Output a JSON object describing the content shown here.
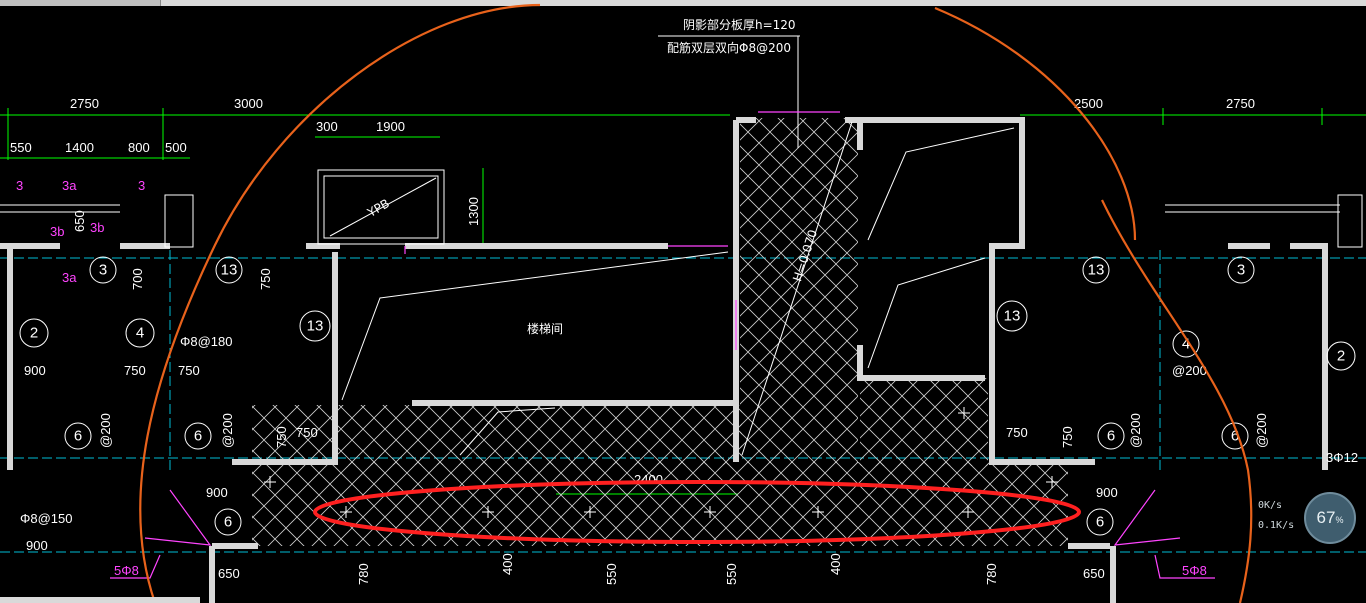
{
  "window": {
    "tab_title": ""
  },
  "notes": {
    "shadow_top": "阴影部分板厚h=120",
    "shadow_bottom": "配筋双层双向Φ8@200",
    "stair_label": "楼梯间",
    "hatch_label": "H=0.070",
    "ypb": "YPB"
  },
  "top_dims": [
    {
      "t": "2750"
    },
    {
      "t": "3000"
    },
    {
      "t": "2500"
    },
    {
      "t": "2750"
    }
  ],
  "second_dims": [
    {
      "t": "550"
    },
    {
      "t": "1400"
    },
    {
      "t": "800"
    },
    {
      "t": "500"
    },
    {
      "t": "300"
    },
    {
      "t": "1900"
    }
  ],
  "small_dims": [
    {
      "t": "650"
    },
    {
      "t": "1300"
    },
    {
      "t": "700"
    },
    {
      "t": "750"
    },
    {
      "t": "900"
    },
    {
      "t": "750"
    },
    {
      "t": "750"
    },
    {
      "t": "750"
    },
    {
      "t": "750"
    },
    {
      "t": "750"
    },
    {
      "t": "750"
    },
    {
      "t": "900"
    },
    {
      "t": "900"
    },
    {
      "t": "900"
    },
    {
      "t": "650"
    },
    {
      "t": "780"
    },
    {
      "t": "400"
    },
    {
      "t": "550"
    },
    {
      "t": "550"
    },
    {
      "t": "400"
    },
    {
      "t": "780"
    },
    {
      "t": "650"
    },
    {
      "t": "2400"
    }
  ],
  "rebar_labels": [
    {
      "t": "Φ8@180"
    },
    {
      "t": "@200"
    },
    {
      "t": "@200"
    },
    {
      "t": "@200"
    },
    {
      "t": "@200"
    },
    {
      "t": "@200"
    },
    {
      "t": "Φ8@150"
    },
    {
      "t": "3Φ12"
    }
  ],
  "magenta_labels": [
    {
      "t": "3"
    },
    {
      "t": "3a"
    },
    {
      "t": "3"
    },
    {
      "t": "3b"
    },
    {
      "t": "3b"
    },
    {
      "t": "3a"
    },
    {
      "t": "5Φ8"
    },
    {
      "t": "5Φ8"
    }
  ],
  "bubbles": [
    {
      "t": "3"
    },
    {
      "t": "13"
    },
    {
      "t": "2"
    },
    {
      "t": "4"
    },
    {
      "t": "13"
    },
    {
      "t": "6"
    },
    {
      "t": "6"
    },
    {
      "t": "13"
    },
    {
      "t": "13"
    },
    {
      "t": "3"
    },
    {
      "t": "4"
    },
    {
      "t": "2"
    },
    {
      "t": "6"
    },
    {
      "t": "6"
    },
    {
      "t": "6"
    },
    {
      "t": "6"
    }
  ],
  "net_monitor": {
    "up_rate": "0K/s",
    "down_rate": "0.1K/s",
    "percent": "67",
    "percent_sign": "%"
  },
  "colors": {
    "background": "#000000",
    "wall": "#d8d8d8",
    "dim_green": "#00ff00",
    "cyan_line": "#00bcd4",
    "magenta": "#ff44ff",
    "orange_mark": "#e8621b",
    "red_mark": "#ff2020"
  }
}
